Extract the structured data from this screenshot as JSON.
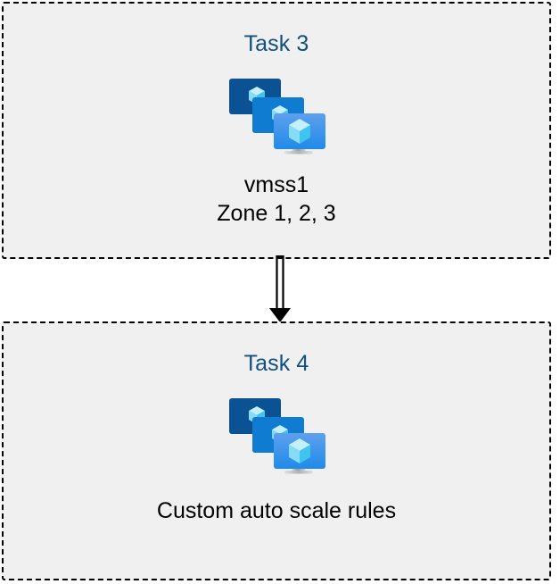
{
  "diagram": {
    "type": "flow",
    "background_color": "#ffffff",
    "box_fill_color": "#f0f0f0",
    "box_border_color": "#000000",
    "title_color": "#10507f",
    "label_color": "#000000",
    "nodes": [
      {
        "id": "task-3",
        "title": "Task 3",
        "icon": "azure-vm-scale-set-icon",
        "labels": [
          "vmss1",
          "Zone 1, 2, 3"
        ]
      },
      {
        "id": "task-4",
        "title": "Task 4",
        "icon": "azure-vm-scale-set-icon",
        "labels": [
          "Custom auto scale rules"
        ]
      }
    ],
    "edges": [
      {
        "id": "task3-to-task4",
        "from": "task-3",
        "to": "task-4",
        "style": "double-line",
        "arrowhead": "solid-triangle",
        "direction": "down",
        "color": "#000000"
      }
    ]
  },
  "icon_colors": {
    "monitor_back": "#0a5294",
    "monitor_mid": "#0f7bd1",
    "monitor_front_top": "#5ea0ec",
    "monitor_front_bottom": "#1f8bea",
    "cube_light": "#c3f0fb",
    "cube_mid": "#86dcf5",
    "cube_dark": "#3fc4ef",
    "stand": "#b4b4b4"
  }
}
